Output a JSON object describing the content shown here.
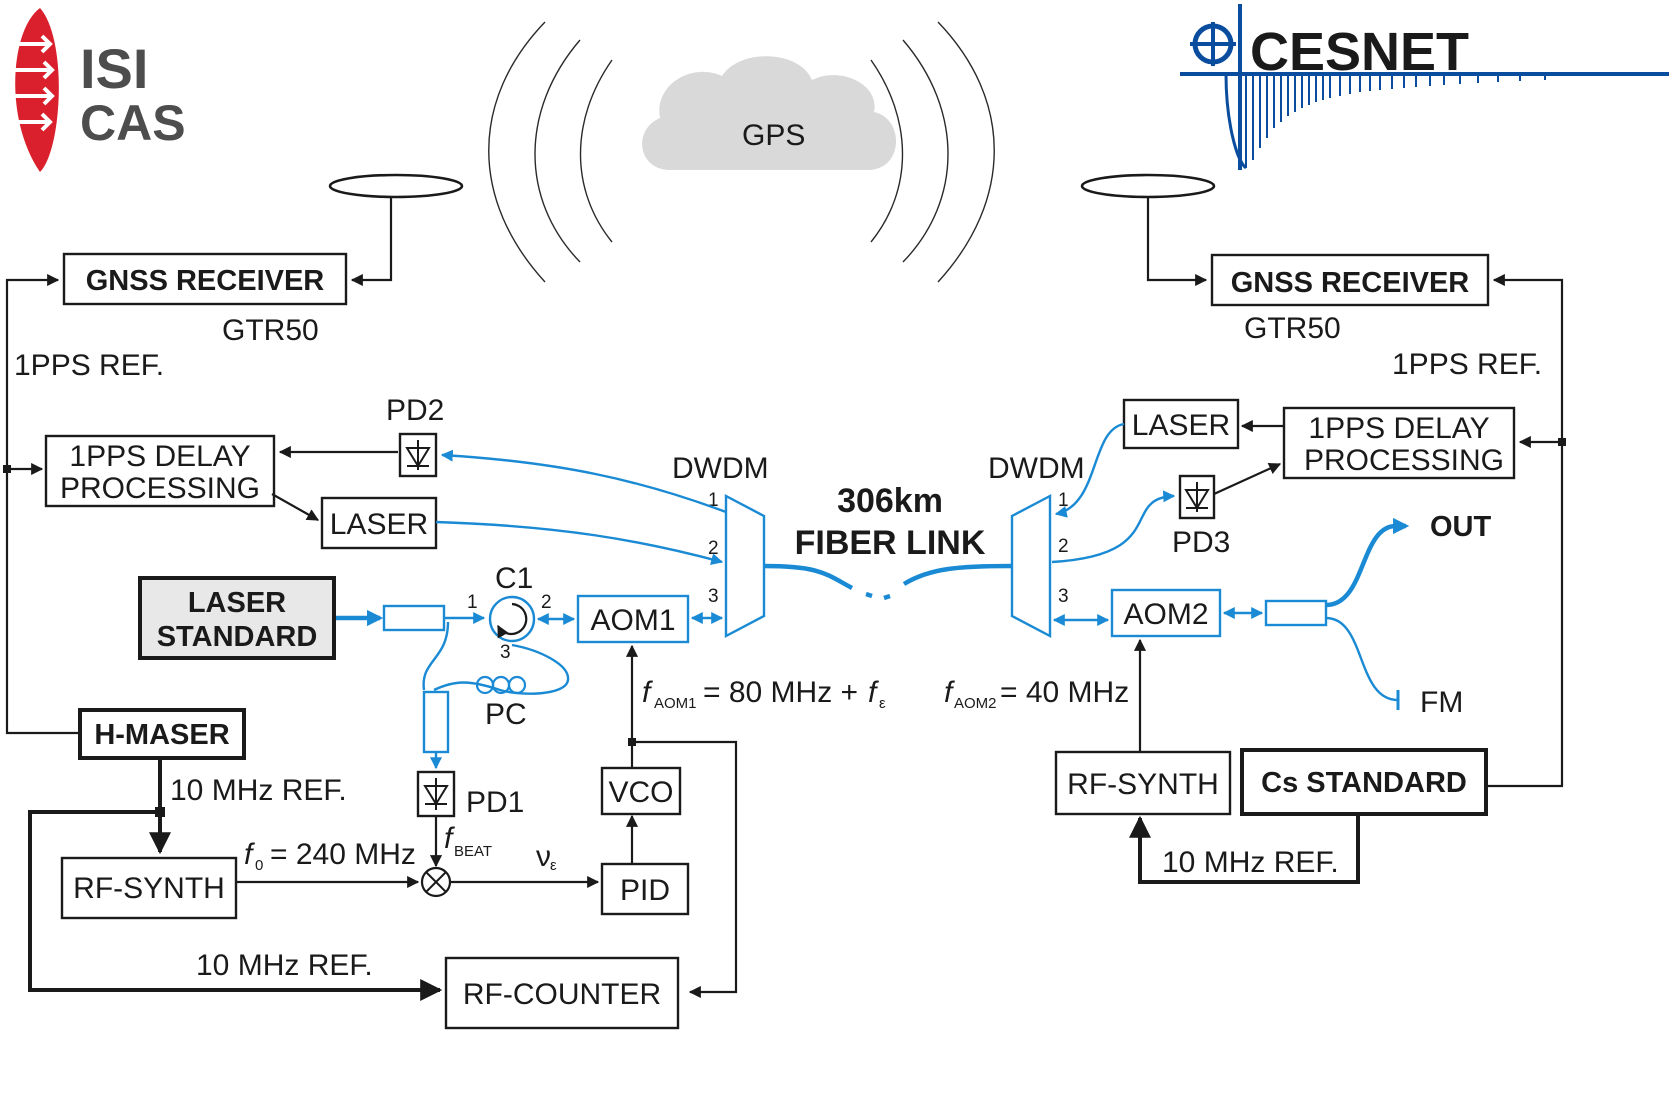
{
  "logos": {
    "left_line1": "ISI",
    "left_line2": "CAS",
    "right": "CESNET",
    "left_color": "#d9202c",
    "left_text_color": "#4d4d4d",
    "right_blue": "#0a4d9e"
  },
  "cloud_label": "GPS",
  "left_site": {
    "gnss_receiver": "GNSS RECEIVER",
    "gnss_model": "GTR50",
    "pps_ref": "1PPS REF.",
    "pd2": "PD2",
    "delay_line1": "1PPS DELAY",
    "delay_line2": "PROCESSING",
    "laser": "LASER",
    "dwdm": "DWDM",
    "dwdm_ports": [
      "1",
      "2",
      "3"
    ],
    "laser_standard_line1": "LASER",
    "laser_standard_line2": "STANDARD",
    "circulator": "C1",
    "circulator_ports": [
      "1",
      "2",
      "3"
    ],
    "polarization_controller": "PC",
    "aom": "AOM1",
    "aom_freq_var": "f",
    "aom_freq_sub": "AOM1",
    "aom_freq_value": "= 80 MHz +",
    "aom_freq_eps_var": "f",
    "aom_freq_eps_sub": "ε",
    "h_maser": "H-MASER",
    "ref_10mhz_top": "10 MHz REF.",
    "pd1": "PD1",
    "beat_var": "f",
    "beat_sub": "BEAT",
    "vco": "VCO",
    "f0_var": "f",
    "f0_sub": "0",
    "f0_value": "= 240 MHz",
    "nu_eps_var": "ν",
    "nu_eps_sub": "ε",
    "rf_synth": "RF-SYNTH",
    "pid": "PID",
    "ref_10mhz_bottom": "10 MHz REF.",
    "rf_counter": "RF-COUNTER"
  },
  "link": {
    "distance": "306km",
    "name": "FIBER LINK"
  },
  "right_site": {
    "gnss_receiver": "GNSS RECEIVER",
    "gnss_model": "GTR50",
    "pps_ref": "1PPS REF.",
    "laser": "LASER",
    "delay_line1": "1PPS DELAY",
    "delay_line2": "PROCESSING",
    "dwdm": "DWDM",
    "dwdm_ports": [
      "1",
      "2",
      "3"
    ],
    "pd3": "PD3",
    "out": "OUT",
    "aom": "AOM2",
    "fm": "FM",
    "aom_freq_var": "f",
    "aom_freq_sub": "AOM2",
    "aom_freq_value": "= 40 MHz",
    "rf_synth": "RF-SYNTH",
    "cs_standard": "Cs STANDARD",
    "ref_10mhz": "10 MHz REF."
  }
}
